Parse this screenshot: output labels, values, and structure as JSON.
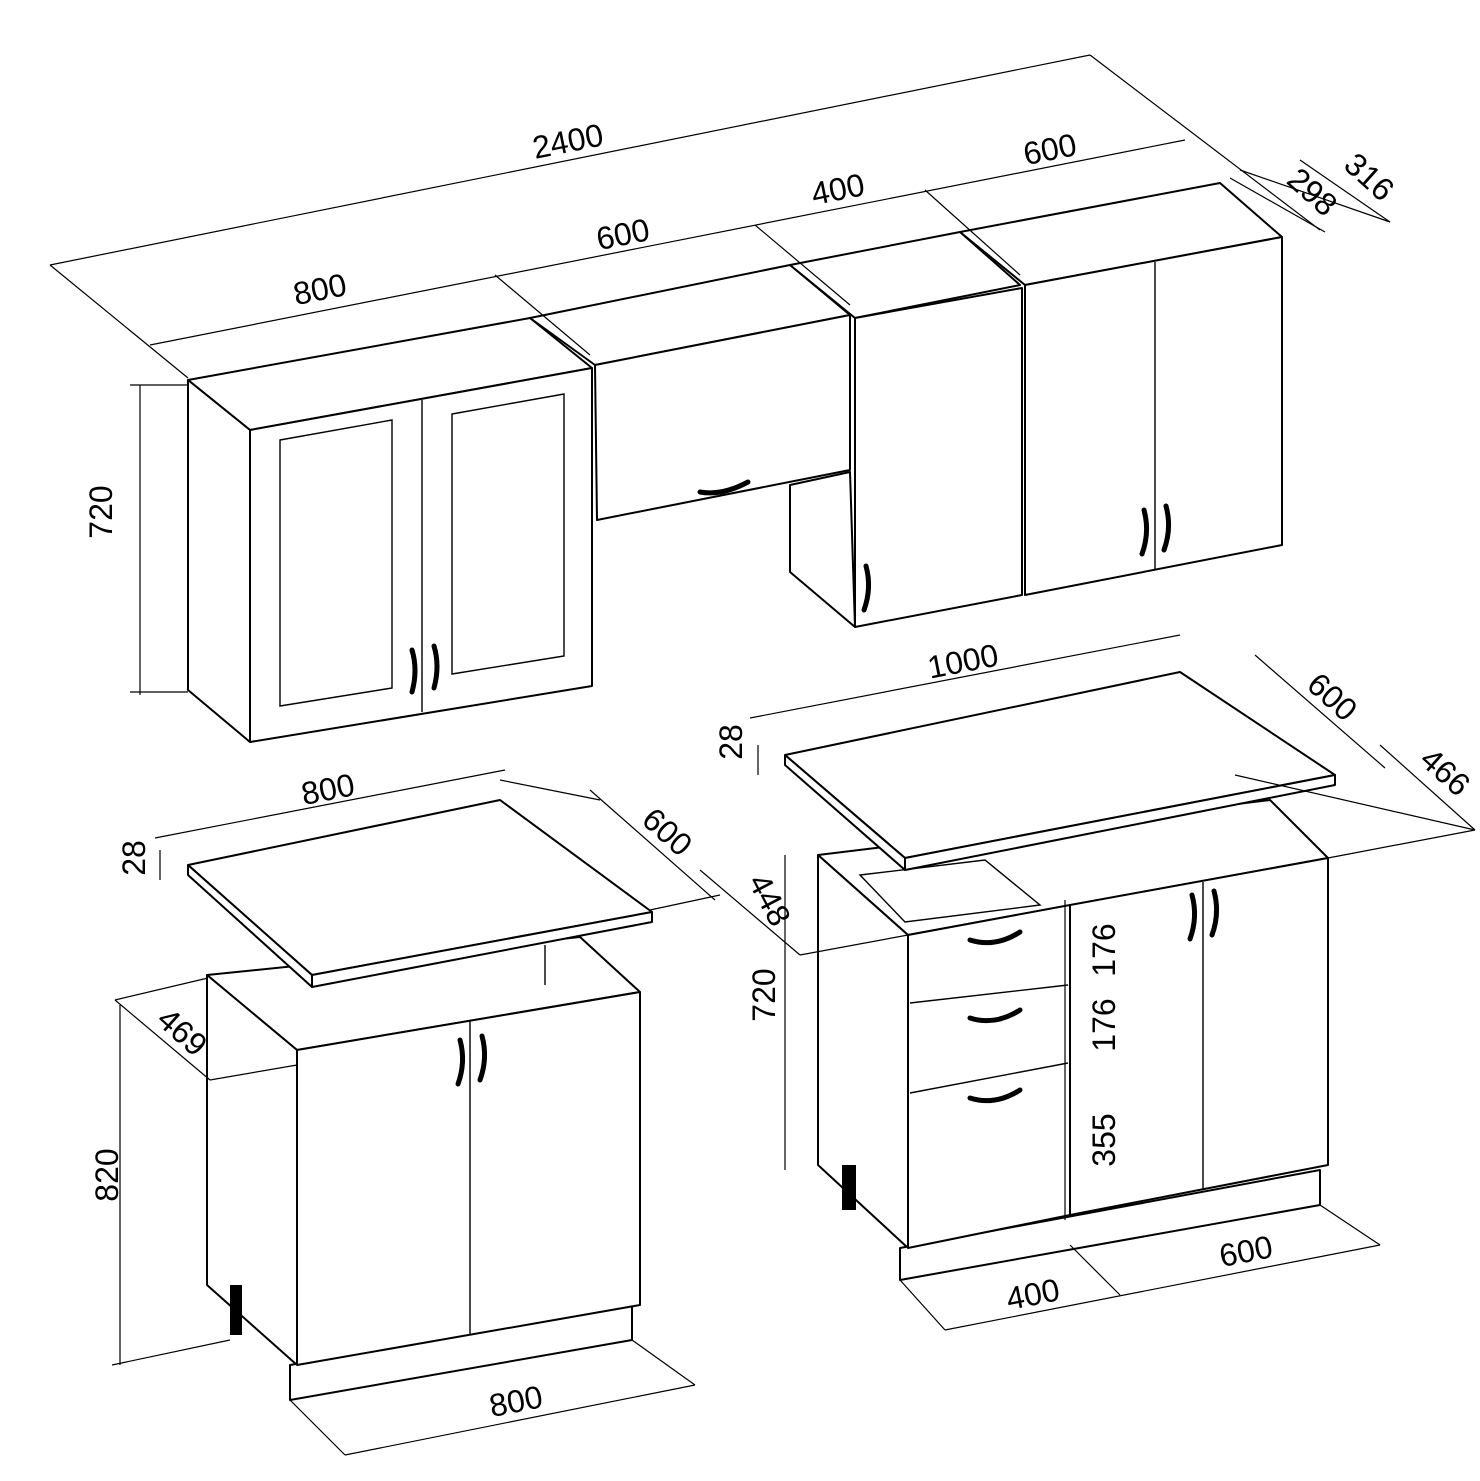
{
  "wall_units": {
    "total_width": "2400",
    "width_1": "800",
    "width_2": "600",
    "width_3": "400",
    "width_4": "600",
    "depth_outer": "316",
    "depth_inner": "298",
    "height": "720"
  },
  "base_unit_left": {
    "worktop_width": "800",
    "worktop_depth": "600",
    "worktop_thickness": "28",
    "carcass_depth": "469",
    "height": "820",
    "width": "800"
  },
  "base_unit_right": {
    "worktop_width": "1000",
    "worktop_depth": "600",
    "carcass_depth": "466",
    "worktop_thickness": "28",
    "drawer_depth": "448",
    "height": "720",
    "drawer_1": "176",
    "drawer_2": "176",
    "drawer_3": "355",
    "width_drawers": "400",
    "width_doors": "600"
  }
}
